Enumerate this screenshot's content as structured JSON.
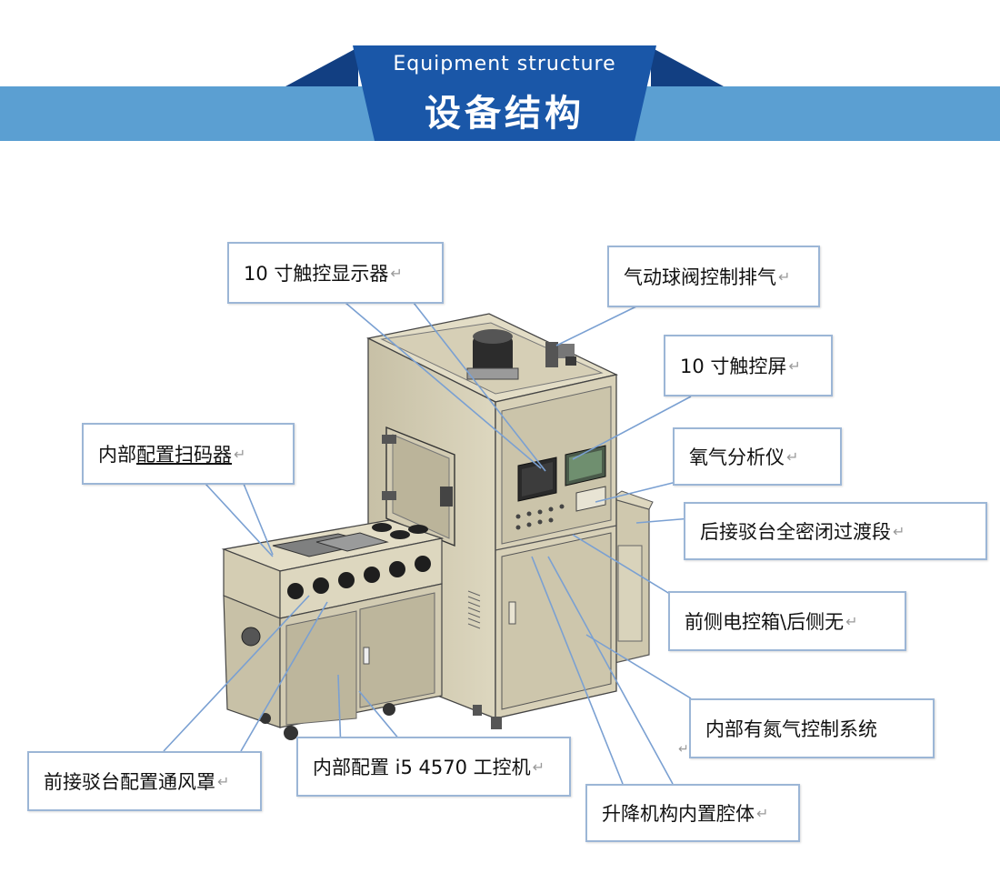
{
  "header": {
    "subtitle": "Equipment structure",
    "title": "设备结构",
    "colors": {
      "band": "#5b9fd2",
      "center": "#1a57a8",
      "wing": "#123f82"
    }
  },
  "return_mark": "↵",
  "callouts": {
    "touch_display": "10 寸触控显示器",
    "ball_valve": "气动球阀控制排气",
    "touch_screen": "10 寸触控屏",
    "scanner": {
      "before": "内部",
      "underlined": "配置扫码器"
    },
    "oxygen_analyzer": "氧气分析仪",
    "rear_transition": "后接驳台全密闭过渡段",
    "front_control_box": "前侧电控箱\\后侧无",
    "front_hood": "前接驳台配置通风罩",
    "industrial_pc": "内部配置 i5 4570 工控机",
    "nitrogen_system": "内部有氮气控制系统",
    "lift_chamber": "升降机构内置腔体"
  }
}
